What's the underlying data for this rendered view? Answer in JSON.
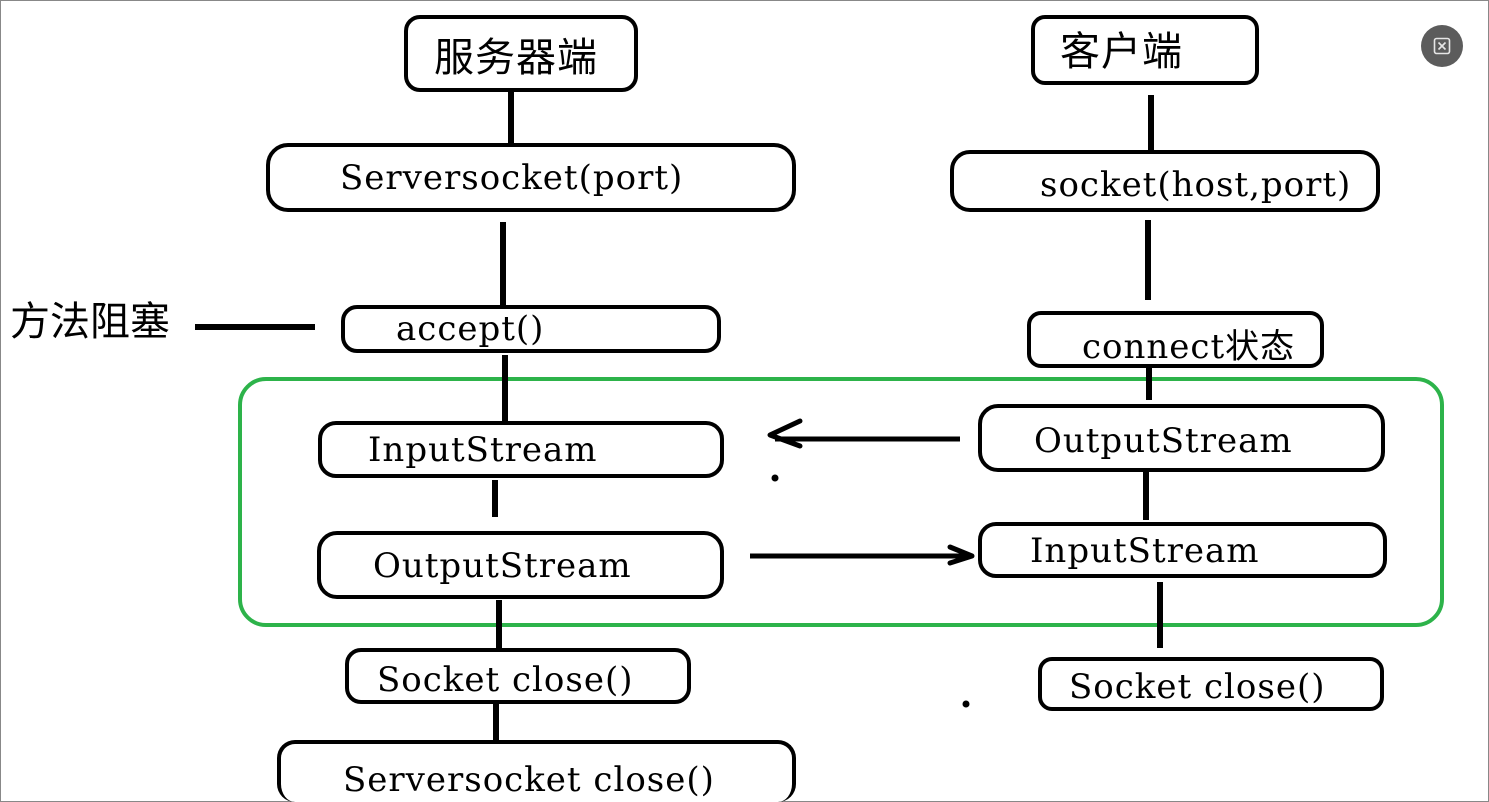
{
  "server": {
    "header": "服务器端",
    "step1": "Serversocket(port)",
    "step2": "accept()",
    "step3": "InputStream",
    "step4": "OutputStream",
    "step5": "Socket close()",
    "step6": "Serversocket close()"
  },
  "client": {
    "header": "客户端",
    "step1": "socket(host,port)",
    "step2": "connect状态",
    "step3": "OutputStream",
    "step4": "InputStream",
    "step5": "Socket close()"
  },
  "annotation": "方法阻塞",
  "colors": {
    "ink": "#000000",
    "highlight": "#2db34a",
    "button": "#5c5c5c"
  },
  "toolbar": {
    "close_icon": "close-icon"
  }
}
